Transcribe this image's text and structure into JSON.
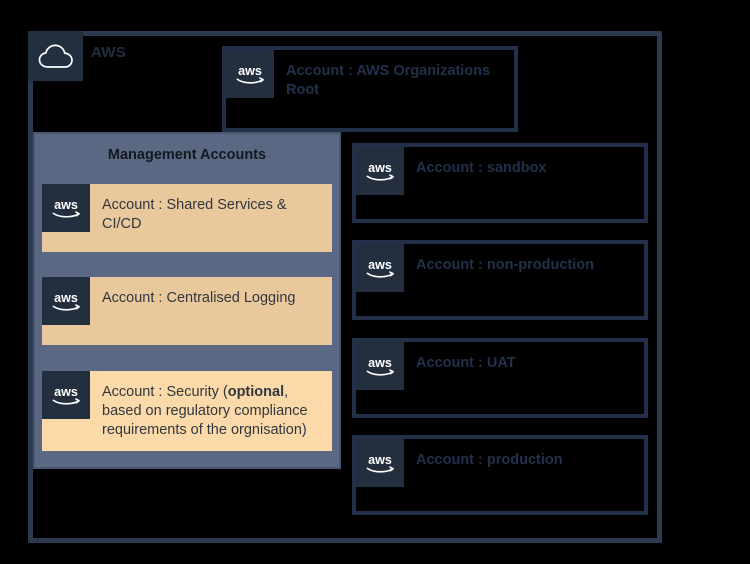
{
  "diagram": {
    "title": "AWS multi-account organization structure",
    "background_color": "#000000"
  },
  "cloud_frame": {
    "label": "AWS",
    "icon": "cloud-icon",
    "border_color": "#2b3a4f",
    "tab_color": "#222f3e"
  },
  "root_account": {
    "label": "Account : AWS Organizations Root",
    "icon": "aws-logo-icon",
    "fill_color": "#000000",
    "border_color": "#23304a",
    "text_color": "#22304b"
  },
  "management_panel": {
    "title": "Management Accounts",
    "fill_color": "#5a6883",
    "border_color": "#49566f",
    "accounts": [
      {
        "label": "Account : Shared Services & CI/CD",
        "icon": "aws-logo-icon",
        "fill_color": "#e9c99c",
        "text_color": "#31373f"
      },
      {
        "label": "Account : Centralised Logging",
        "icon": "aws-logo-icon",
        "fill_color": "#e9c99c",
        "text_color": "#31373f"
      },
      {
        "label_prefix": "Account : Security (",
        "label_emphasis": "optional",
        "label_suffix": ",\nbased on regulatory compliance\nrequirements of the orgnisation)",
        "icon": "aws-logo-icon",
        "fill_color": "#fbd9a8",
        "text_color": "#31373f"
      }
    ]
  },
  "workload_accounts": [
    {
      "label": "Account : sandbox",
      "icon": "aws-logo-icon",
      "fill_color": "#000000",
      "border_color": "#23304a",
      "text_color": "#22304b"
    },
    {
      "label": "Account : non-production",
      "icon": "aws-logo-icon",
      "fill_color": "#000000",
      "border_color": "#23304a",
      "text_color": "#22304b"
    },
    {
      "label": "Account : UAT",
      "icon": "aws-logo-icon",
      "fill_color": "#000000",
      "border_color": "#23304a",
      "text_color": "#22304b"
    },
    {
      "label": "Account : production",
      "icon": "aws-logo-icon",
      "fill_color": "#000000",
      "border_color": "#23304a",
      "text_color": "#22304b"
    }
  ]
}
